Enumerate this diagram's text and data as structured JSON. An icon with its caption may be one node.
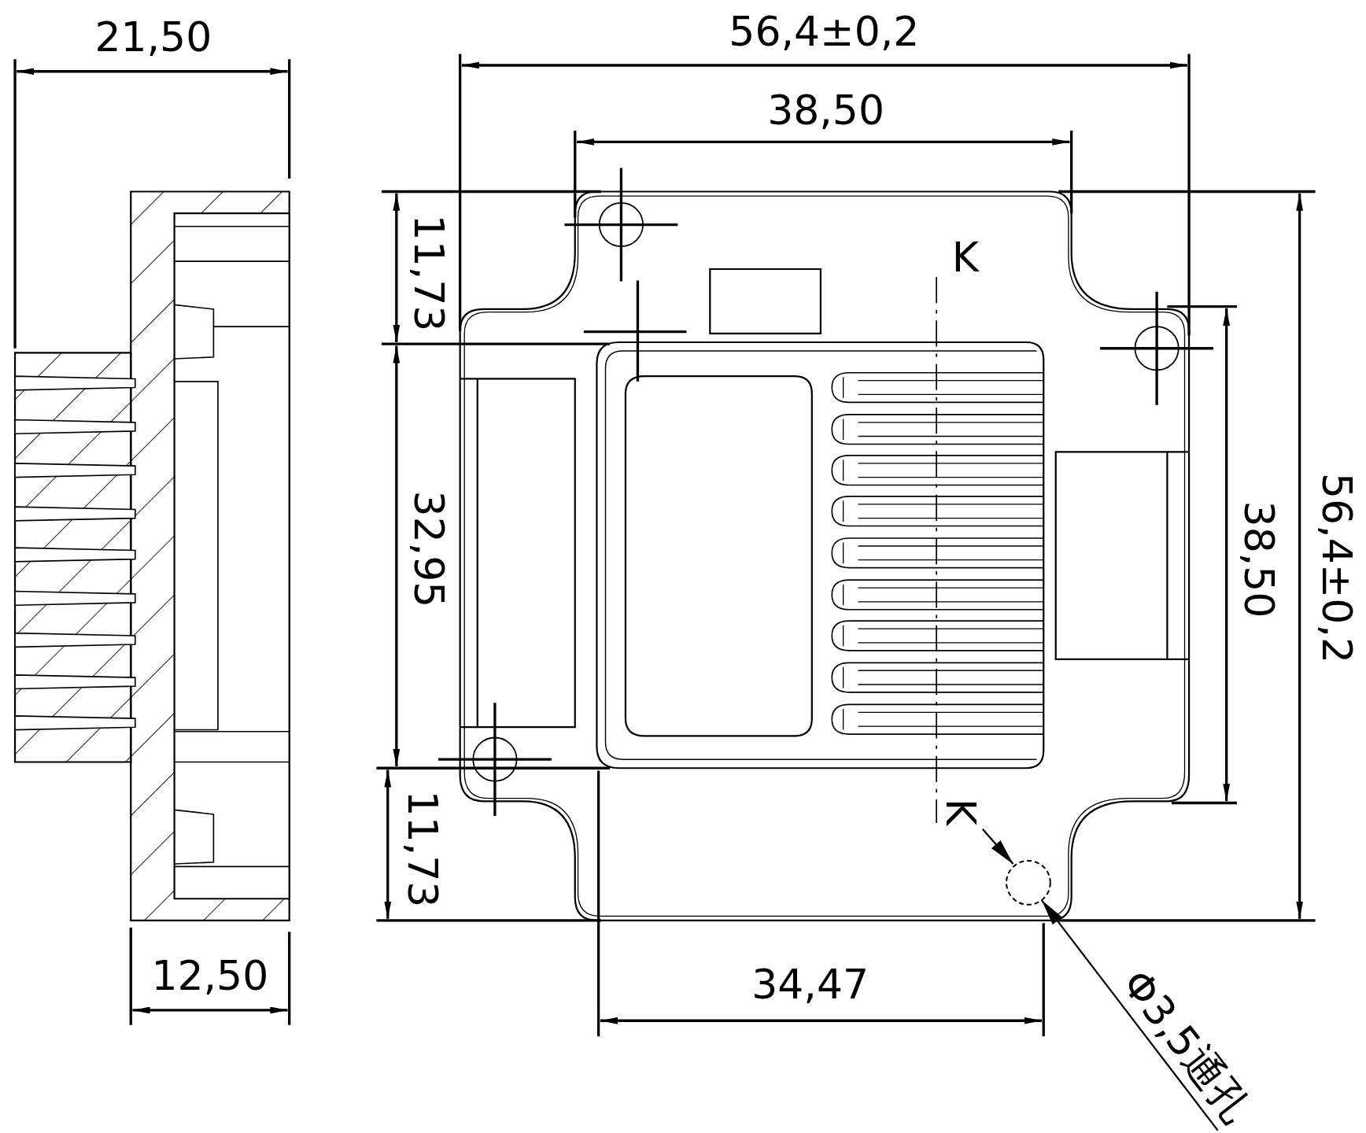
{
  "diagram": {
    "nodes": [
      {
        "text": [
          "Φ3,5通孔"
        ]
      },
      {
        "text": [],
        "shape": "circle"
      }
    ],
    "edges": [
      {
        "from": 0,
        "to": 1,
        "arrow": "to"
      }
    ],
    "labels": [
      "56,4±0,2",
      "21,50",
      "38,50",
      "11,73",
      "K",
      "32,95",
      "38,50",
      "56,4±0,2",
      "K",
      "11,73",
      "12,50",
      "34,47"
    ]
  }
}
